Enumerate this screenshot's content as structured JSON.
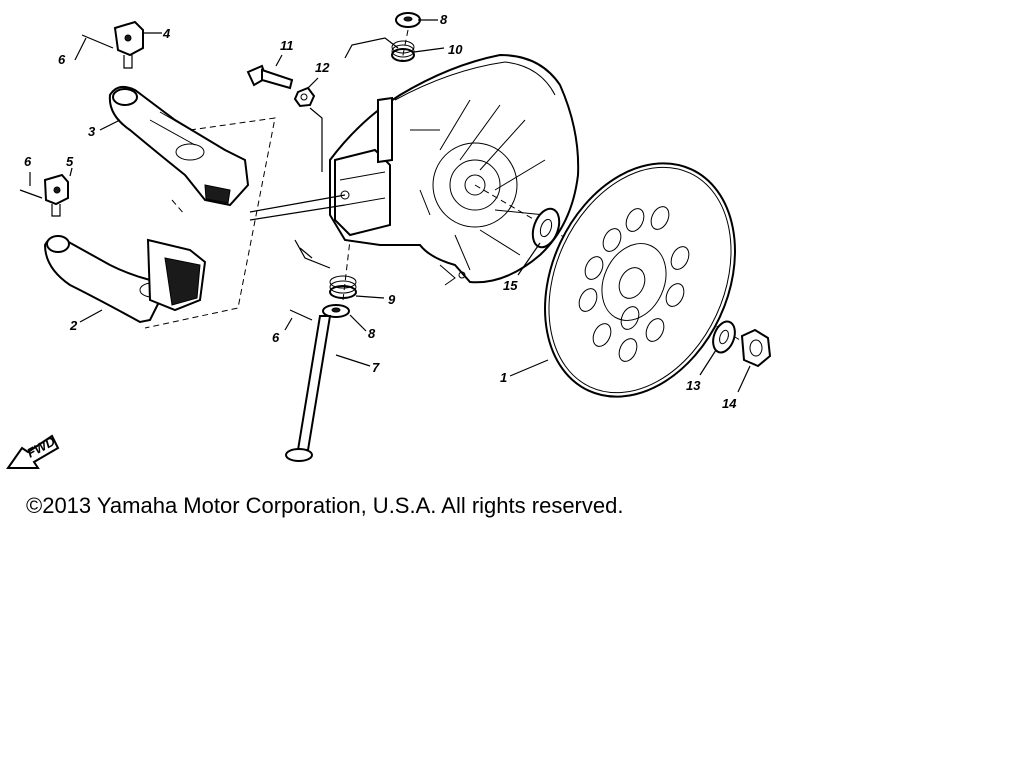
{
  "copyright": "©2013 Yamaha Motor Corporation, U.S.A. All rights reserved.",
  "fwd_badge": "FWD",
  "labels": {
    "l1": "1",
    "l2": "2",
    "l3": "3",
    "l4": "4",
    "l5": "5",
    "l6a": "6",
    "l6b": "6",
    "l6c": "6",
    "l7": "7",
    "l8a": "8",
    "l8b": "8",
    "l9": "9",
    "l10": "10",
    "l11": "11",
    "l12": "12",
    "l13": "13",
    "l14": "14",
    "l15": "15"
  }
}
